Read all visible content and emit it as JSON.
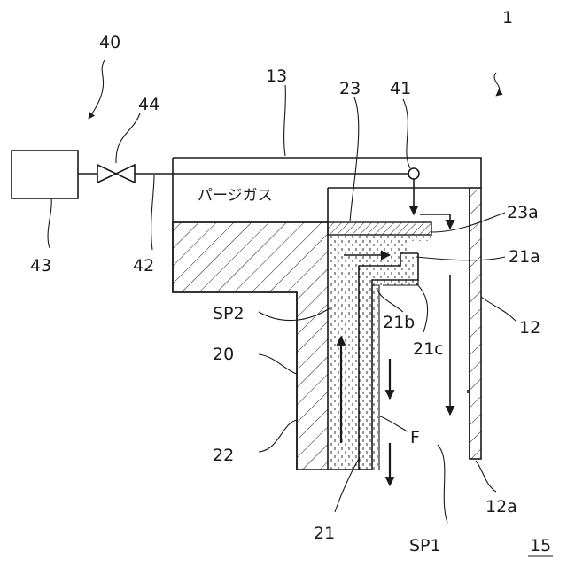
{
  "labels": {
    "device": "1",
    "purge_system": "40",
    "valve": "44",
    "lid": "13",
    "shield": "23",
    "nozzle": "41",
    "source": "43",
    "pipe": "42",
    "purge_gas": "パージガス",
    "shield_edge": "23a",
    "part_21a": "21a",
    "space2": "SP2",
    "part_21b": "21b",
    "part_21c": "21c",
    "wall": "12",
    "holder": "20",
    "body22": "22",
    "flow": "F",
    "part_21": "21",
    "wall_edge": "12a",
    "space1": "SP1",
    "sheet": "15"
  }
}
